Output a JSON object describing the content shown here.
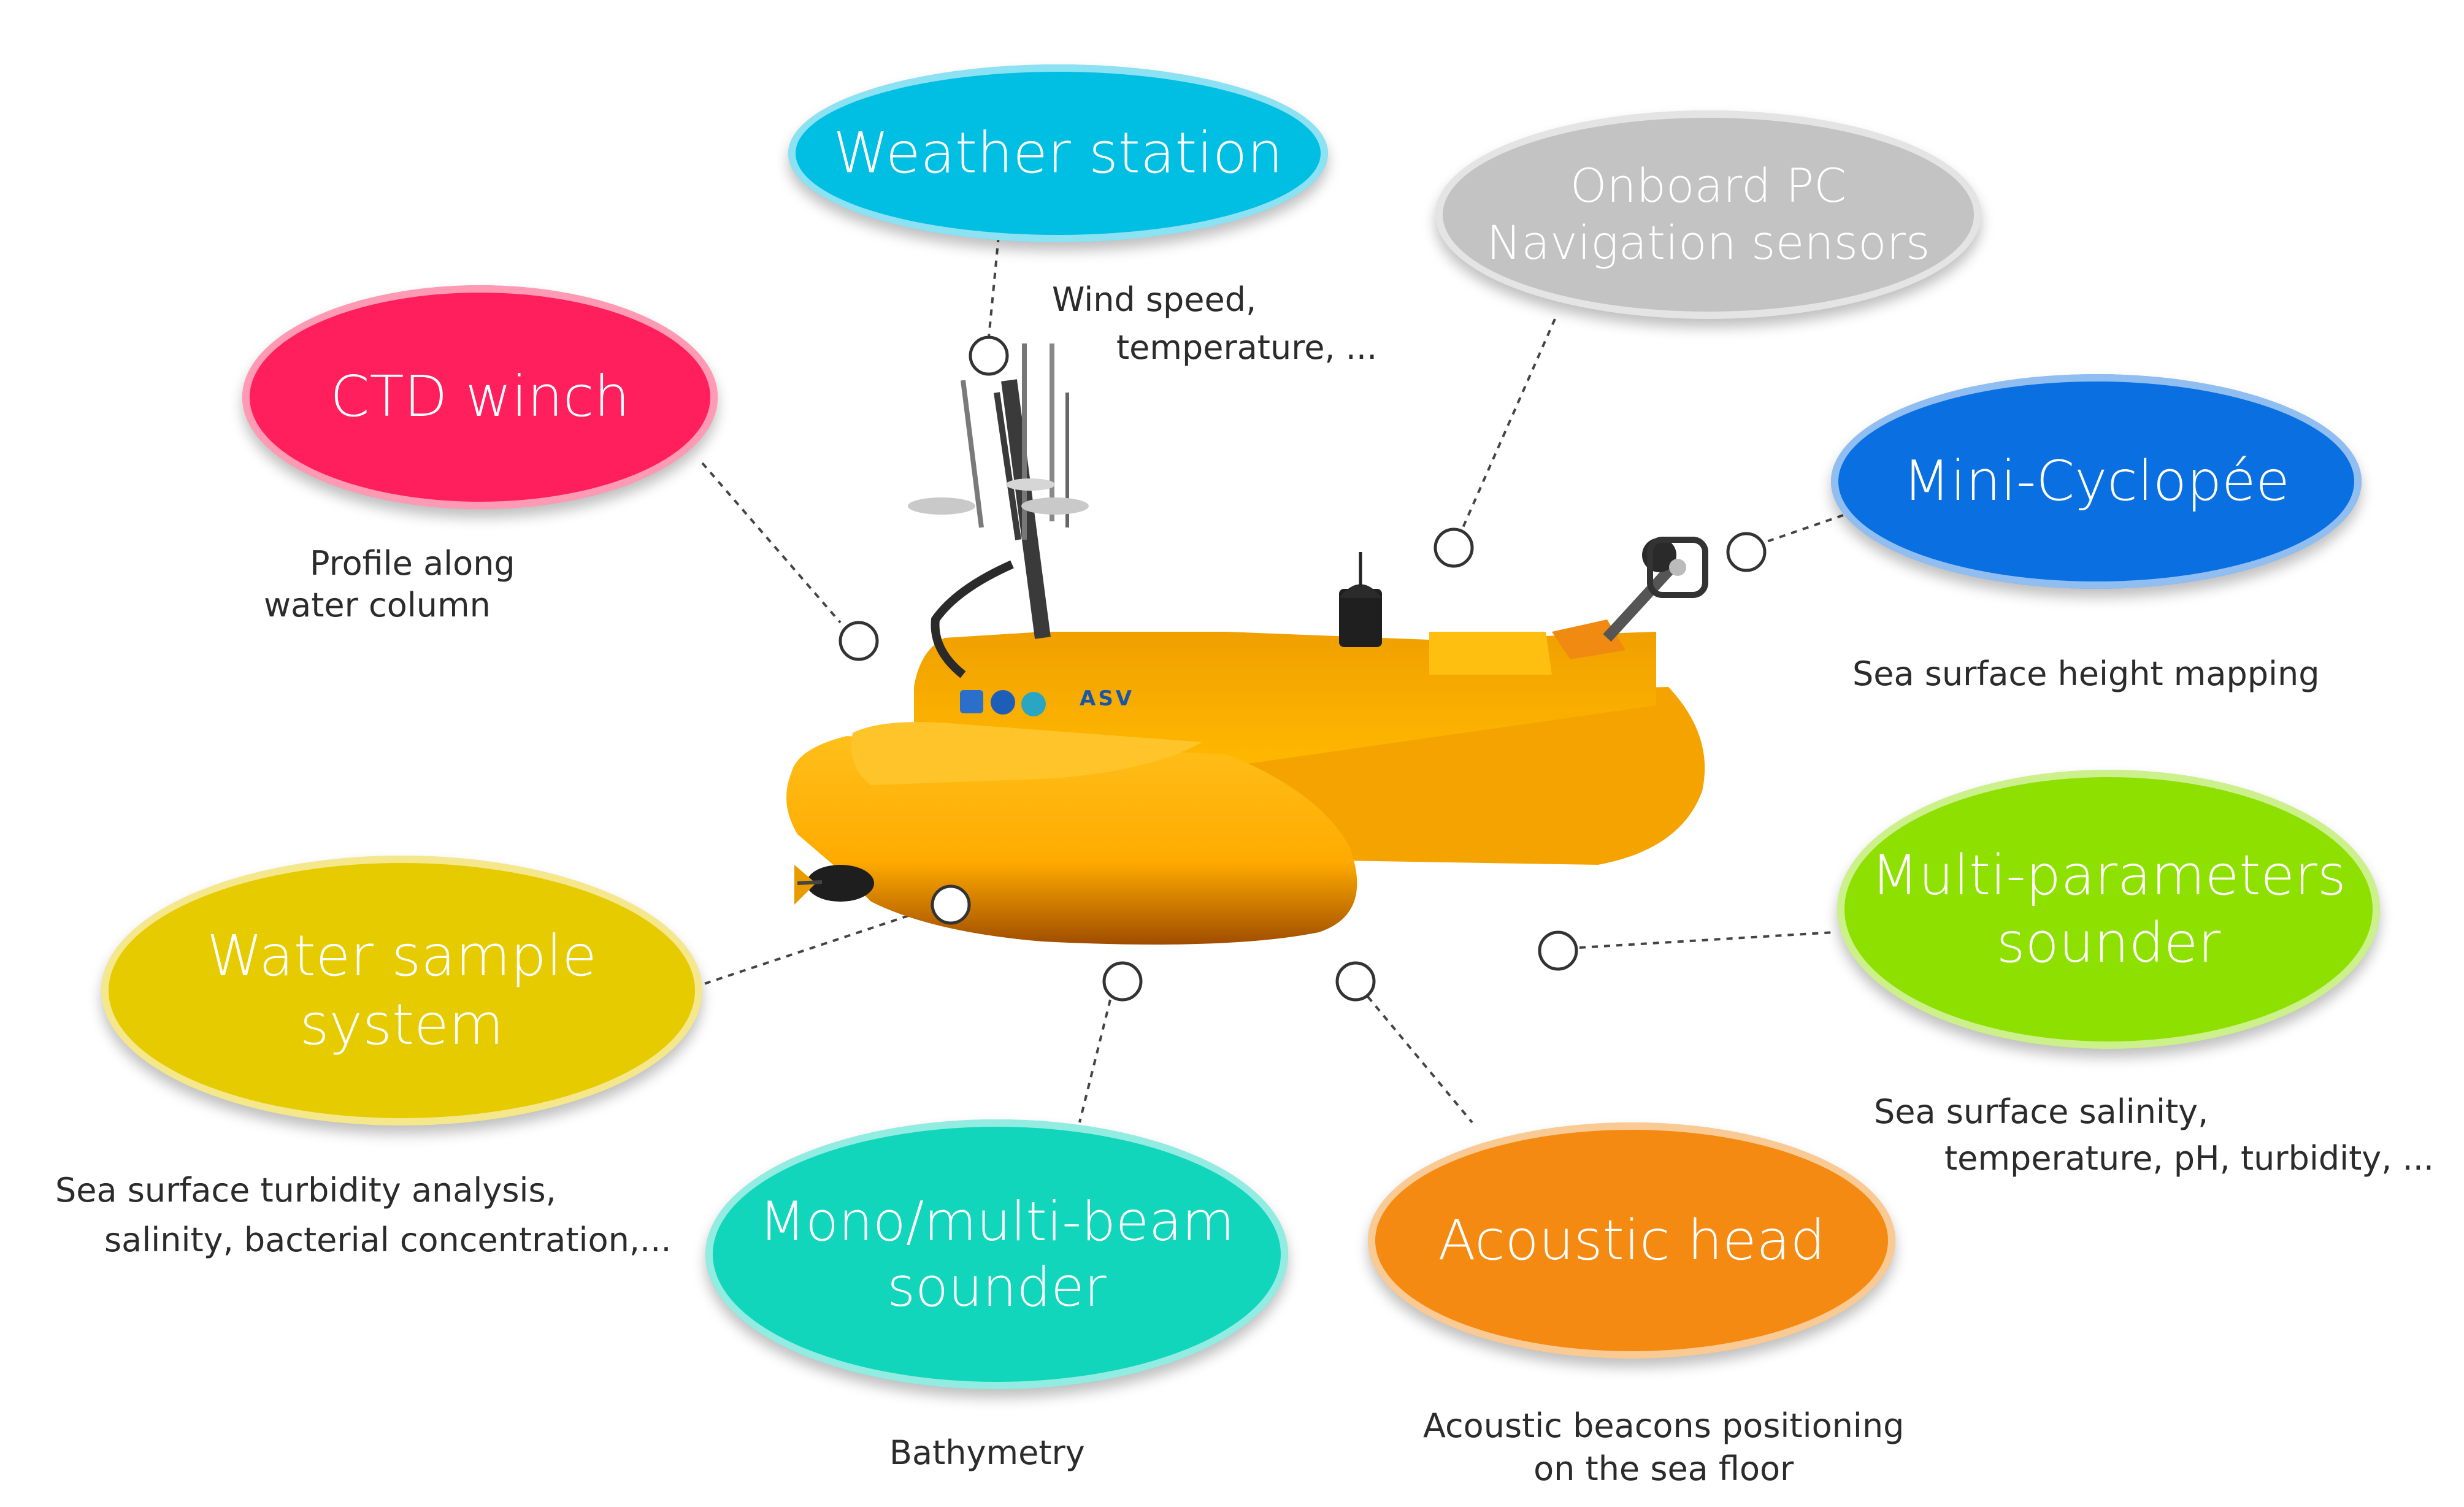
{
  "vehicle": {
    "label": "ASV"
  },
  "colors": {
    "weather": "#00bfe3",
    "onboard": "#c3c3c3",
    "ctd": "#ff1f5c",
    "cyclopee": "#0a6fe0",
    "water": "#e6cb00",
    "multiparam": "#8ee000",
    "mono": "#11d6bc",
    "acoustic": "#f48a12",
    "hull": "#ffb100",
    "hull_dark": "#d06a00"
  },
  "bubbles": {
    "weather_station": {
      "lines": [
        "Weather station"
      ]
    },
    "onboard_pc": {
      "lines": [
        "Onboard PC",
        "Navigation sensors"
      ]
    },
    "ctd_winch": {
      "lines": [
        "CTD winch"
      ]
    },
    "mini_cyclopee": {
      "lines": [
        "Mini-Cyclopée"
      ]
    },
    "water_sample": {
      "lines": [
        "Water sample",
        "system"
      ]
    },
    "multi_parameters": {
      "lines": [
        "Multi-parameters",
        "sounder"
      ]
    },
    "mono_multi_beam": {
      "lines": [
        "Mono/multi-beam",
        "sounder"
      ]
    },
    "acoustic_head": {
      "lines": [
        "Acoustic head"
      ]
    }
  },
  "notes": {
    "weather": [
      "Wind speed,",
      "temperature, ..."
    ],
    "ctd": [
      "Profile along",
      "water column"
    ],
    "cyclopee": [
      "Sea surface height mapping"
    ],
    "multiparam": [
      "Sea surface salinity,",
      "temperature, pH, turbidity, ..."
    ],
    "water": [
      "Sea surface turbidity analysis,",
      "salinity, bacterial concentration,..."
    ],
    "mono": [
      "Bathymetry"
    ],
    "acoustic": [
      "Acoustic beacons positioning",
      "on the sea floor"
    ]
  }
}
